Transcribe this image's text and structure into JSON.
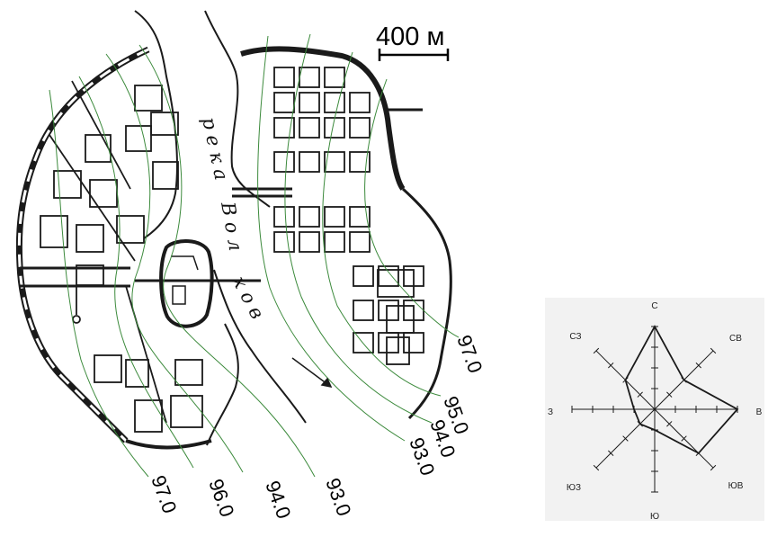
{
  "scale_bar": {
    "label": "400 м"
  },
  "river": {
    "label_parts": [
      "р е к а",
      "В о л",
      "х о в"
    ]
  },
  "isolines": {
    "labels_left": [
      "97.0",
      "96.0",
      "94.0",
      "93.0"
    ],
    "labels_right": [
      "97.0",
      "95.0",
      "94.0",
      "93.0"
    ]
  },
  "wind_rose": {
    "directions": [
      "С",
      "СВ",
      "В",
      "ЮВ",
      "Ю",
      "ЮЗ",
      "З",
      "СЗ"
    ],
    "ticks_per_axis": 4,
    "values": [
      4,
      2,
      4,
      3,
      1,
      1,
      1,
      2
    ],
    "max_value": 4
  },
  "colors": {
    "isoline": "#3c8a3c",
    "ink": "#1a1a1a",
    "rose_bg": "#f2f2f2"
  }
}
